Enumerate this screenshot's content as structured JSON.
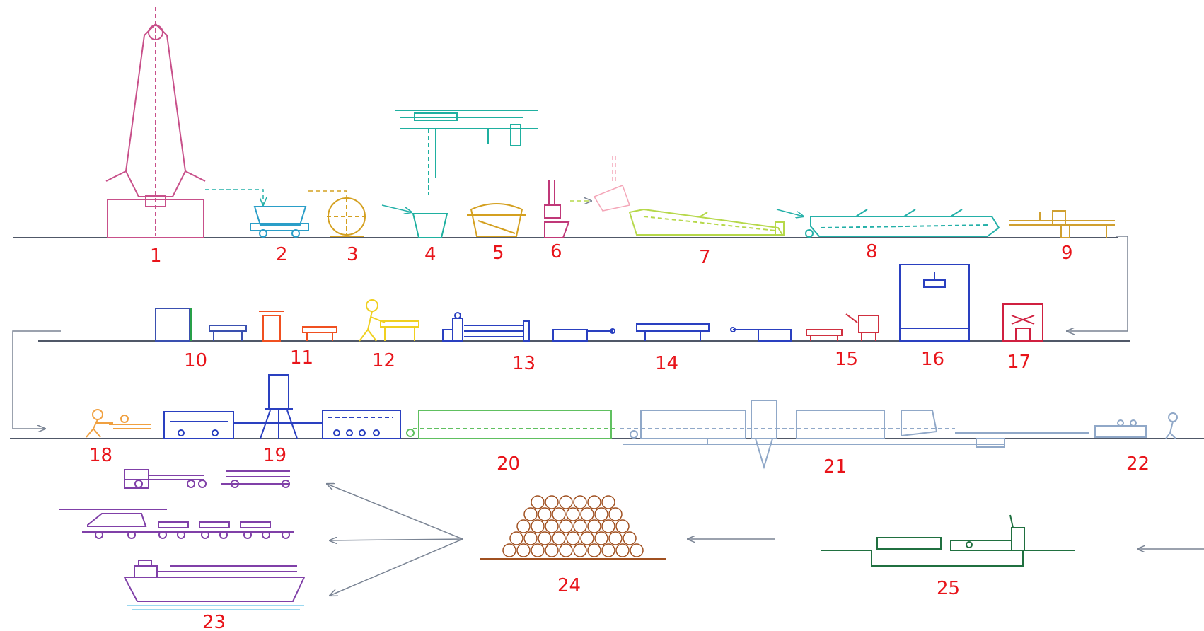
{
  "colors": {
    "floor": "#505868",
    "flow_arrow": "#7a8494",
    "label": "#e8141a",
    "stations": {
      "1": "#c8508a",
      "2": "#2a9ec8",
      "3": "#d4a020",
      "4": "#1fb0a0",
      "5": "#d4a020",
      "6": "#c03878",
      "7": "#b6d84a",
      "8": "#24b0a8",
      "9": "#d0a030",
      "10": "#28a048",
      "11": "#f05020",
      "12": "#f0d020",
      "13": "#2a40c0",
      "14": "#2a40c0",
      "15": "#d03040",
      "16": "#2a40c0",
      "17": "#d02040",
      "18": "#f0a040",
      "19": "#2a40c0",
      "20": "#60c060",
      "21": "#90a8c8",
      "22": "#90a8c8",
      "23": "#8040a8",
      "24": "#a05020",
      "25": "#207040"
    }
  },
  "stations": [
    {
      "number": "1"
    },
    {
      "number": "2"
    },
    {
      "number": "3"
    },
    {
      "number": "4"
    },
    {
      "number": "5"
    },
    {
      "number": "6"
    },
    {
      "number": "7"
    },
    {
      "number": "8"
    },
    {
      "number": "9"
    },
    {
      "number": "10"
    },
    {
      "number": "11"
    },
    {
      "number": "12"
    },
    {
      "number": "13"
    },
    {
      "number": "14"
    },
    {
      "number": "15"
    },
    {
      "number": "16"
    },
    {
      "number": "17"
    },
    {
      "number": "18"
    },
    {
      "number": "19"
    },
    {
      "number": "20"
    },
    {
      "number": "21"
    },
    {
      "number": "22"
    },
    {
      "number": "23"
    },
    {
      "number": "24"
    },
    {
      "number": "25"
    }
  ]
}
